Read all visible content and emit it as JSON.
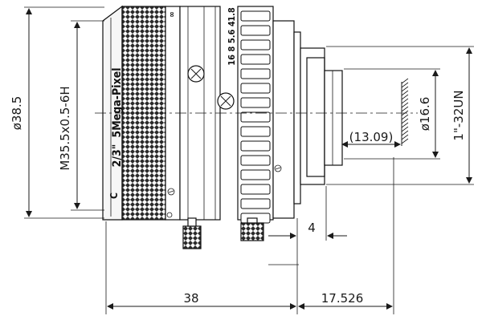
{
  "dimensions": {
    "overall_diameter": "ø38.5",
    "filter_thread": "M35.5x0.5-6H",
    "rear_diameter": "ø16.6",
    "mount_thread": "1\"-32UN",
    "flange_depth": "(13.09)",
    "total_length": "38",
    "flange_distance": "17.526",
    "mount_offset": "4"
  },
  "lens_markings": {
    "model": "5Mega-Pixel",
    "format": "2/3\"",
    "mount": "C",
    "focus_mark": "∞",
    "aperture_scale": "16 8 5.6 4",
    "aperture_min": "1.8"
  }
}
